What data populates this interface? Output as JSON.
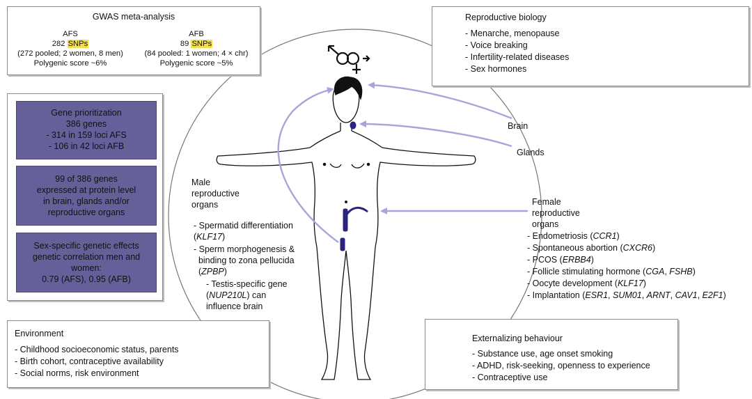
{
  "gwas": {
    "title": "GWAS meta-analysis",
    "afs": {
      "label": "AFS",
      "snp_count": "282",
      "snp_label": "SNPs",
      "detail": "(272 pooled; 2 women, 8 men)",
      "score": "Polygenic score ~6%"
    },
    "afb": {
      "label": "AFB",
      "snp_count": "89",
      "snp_label": "SNPs",
      "detail": "(84 pooled: 1 women; 4 × chr)",
      "score": "Polygenic score ~5%"
    }
  },
  "reproductive_biology": {
    "title": "Reproductive biology",
    "items": [
      "Menarche, menopause",
      "Voice breaking",
      "Infertility-related diseases",
      "Sex hormones"
    ]
  },
  "gene_panels": {
    "prioritization": {
      "line1": "Gene prioritization",
      "line2": "386 genes",
      "line3": "- 314 in 159 loci AFS",
      "line4": "- 106 in 42 loci AFB"
    },
    "protein": {
      "line1": "99 of 386 genes",
      "line2": "expressed at protein level",
      "line3": "in brain, glands and/or",
      "line4": "reproductive organs"
    },
    "sex_specific": {
      "line1": "Sex-specific genetic effects",
      "line2": "genetic correlation men and",
      "line3": "women:",
      "line4": "0.79 (AFS), 0.95 (AFB)"
    }
  },
  "body_labels": {
    "brain": "Brain",
    "glands": "Glands"
  },
  "male_organs": {
    "title_line1": "Male",
    "title_line2": "reproductive",
    "title_line3": "organs",
    "item1_text": "Spermatid differentiation",
    "item1_gene": "KLF17",
    "item2_text1": "Sperm morphogenesis &",
    "item2_text2": "binding to zona pellucida",
    "item2_gene": "ZPBP",
    "item3_text1": "Testis-specific gene",
    "item3_gene": "NUP210L",
    "item3_text2": ") can",
    "item3_text3": "influence brain"
  },
  "female_organs": {
    "title_line1": "Female",
    "title_line2": "reproductive",
    "title_line3": "organs",
    "endometriosis": "Endometriosis",
    "endometriosis_gene": "CCR1",
    "abortion": "Spontaneous abortion",
    "abortion_gene": "CXCR6",
    "pcos": "PCOS",
    "pcos_gene": "ERBB4",
    "fsh": "Follicle stimulating hormone",
    "fsh_gene1": "CGA",
    "fsh_gene2": "FSHB",
    "oocyte": "Oocyte development",
    "oocyte_gene": "KLF17",
    "implantation": "Implantation",
    "impl_gene1": "ESR1",
    "impl_gene2": "SUM01",
    "impl_gene3": "ARNT",
    "impl_gene4": "CAV1",
    "impl_gene5": "E2F1"
  },
  "environment": {
    "title": "Environment",
    "items": [
      "Childhood socioeconomic status, parents",
      "Birth cohort, contraceptive availability",
      "Social norms, risk environment"
    ]
  },
  "externalizing": {
    "title": "Externalizing behaviour",
    "items": [
      "Substance use, age onset smoking",
      "ADHD, risk-seeking, openness to experience",
      "Contraceptive use"
    ]
  },
  "colors": {
    "panel": "#66609a",
    "arrow": "#a9a5dc",
    "organ": "#2a2480",
    "highlight": "#f4e04a"
  }
}
